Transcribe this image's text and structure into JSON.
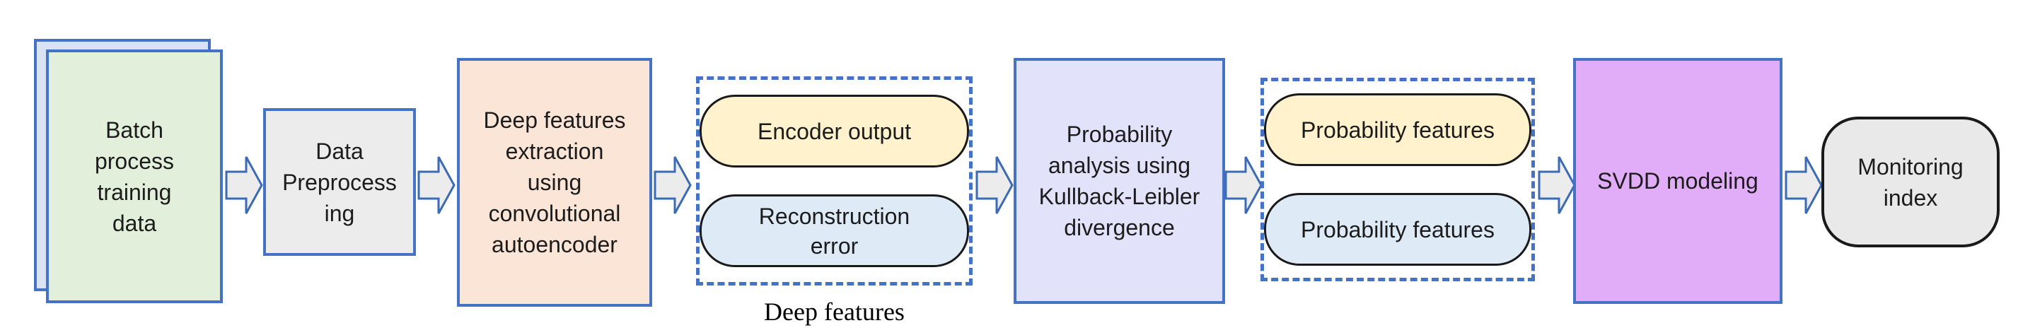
{
  "diagram": {
    "title": "Batch process monitoring pipeline flowchart",
    "nodes": {
      "batch": {
        "label": "Batch\nprocess\ntraining\ndata"
      },
      "preprocess": {
        "label": "Data\nPreprocess\ning"
      },
      "deep_extraction": {
        "label": "Deep features\nextraction\nusing\nconvolutional\nautoencoder"
      },
      "encoder_output": {
        "label": "Encoder output"
      },
      "reconstruction_error": {
        "label": "Reconstruction\nerror"
      },
      "deep_features_caption": {
        "label": "Deep features"
      },
      "prob_analysis": {
        "label": "Probability\nanalysis using\nKullback-Leibler\ndivergence"
      },
      "prob_features_top": {
        "label": "Probability features"
      },
      "prob_features_bottom": {
        "label": "Probability features"
      },
      "svdd": {
        "label": "SVDD modeling"
      },
      "monitoring": {
        "label": "Monitoring\nindex"
      }
    },
    "flow_order": [
      "batch",
      "preprocess",
      "deep_extraction",
      "deep_features_group(encoder_output, reconstruction_error)",
      "prob_analysis",
      "prob_features_group(prob_features_top, prob_features_bottom)",
      "svdd",
      "monitoring"
    ],
    "colors": {
      "border_blue": "#4472C4",
      "arrow_fill": "#ECECEC",
      "arrow_stroke": "#3B6BB5",
      "sheet_back_fill": "#DAE3F3",
      "batch_fill": "#E2EFDA",
      "preprocess_fill": "#ECECEC",
      "deep_extraction_fill": "#FBE5D6",
      "stadium_yellow_fill": "#FFF2CC",
      "stadium_blue_fill": "#DEEBF7",
      "prob_analysis_fill": "#E3E2FB",
      "svdd_fill": "#E1ACF8",
      "monitoring_fill": "#E9E9E9",
      "stadium_border": "#1A1A1A",
      "text": "#1C1C1C"
    }
  }
}
